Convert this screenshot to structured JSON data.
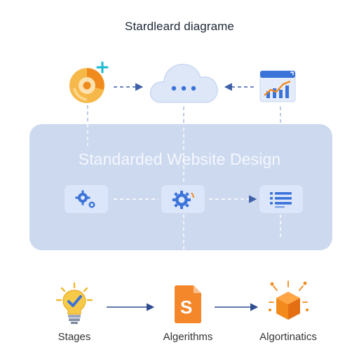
{
  "header": {
    "title": "Stardleard diagrame"
  },
  "band": {
    "title": "Standarded Website Design"
  },
  "steps": [
    {
      "label": "Stages",
      "icon": "lightbulb-check-icon"
    },
    {
      "label": "Algerithms",
      "icon": "document-s-icon"
    },
    {
      "label": "Algortinatics",
      "icon": "cube-sparkle-icon"
    }
  ],
  "top_icons": [
    "pie-chart-plus-icon",
    "cloud-icon",
    "chart-window-icon"
  ],
  "band_icons": [
    "gears-icon",
    "gear-icon",
    "list-icon"
  ],
  "colors": {
    "band": "#c9d6ee",
    "accent_blue": "#3b73d9",
    "orange": "#f28a1e",
    "yellow": "#f6c64b",
    "cyan": "#1bb9d1"
  }
}
